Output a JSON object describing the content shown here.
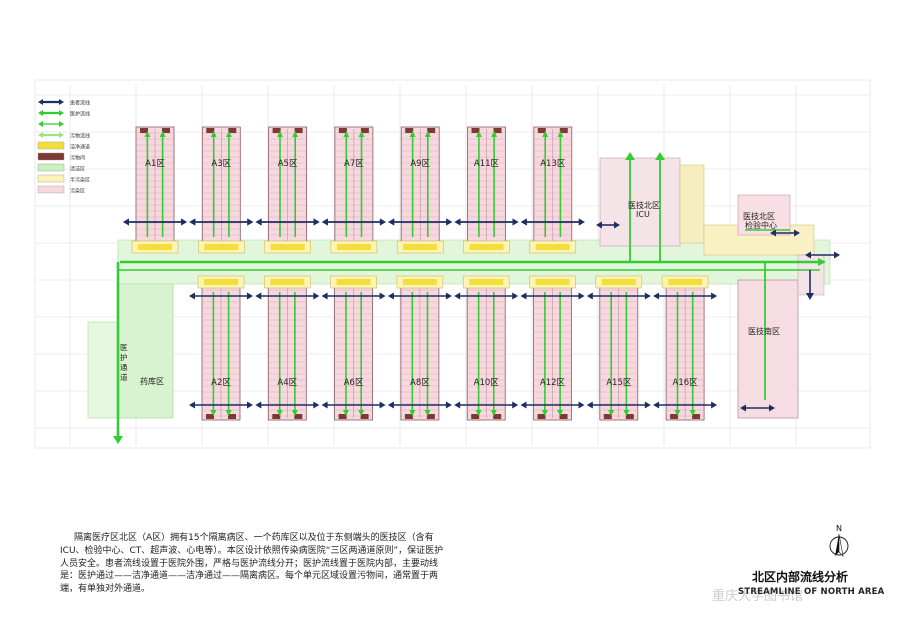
{
  "legend": [
    {
      "label": "患者流线",
      "kind": "arrow-blue"
    },
    {
      "label": "医护流线",
      "kind": "arrow-green"
    },
    {
      "label": "",
      "kind": "arrow-green-thin"
    },
    {
      "label": "污物流线",
      "kind": "arrow-green-light"
    },
    {
      "label": "洁净通道",
      "kind": "swatch",
      "color": "#f3de3b"
    },
    {
      "label": "污物间",
      "kind": "swatch",
      "color": "#7d3a32"
    },
    {
      "label": "清洁区",
      "kind": "swatch",
      "color": "#c8f0c0"
    },
    {
      "label": "半污染区",
      "kind": "swatch",
      "color": "#fbf4b6"
    },
    {
      "label": "污染区",
      "kind": "swatch",
      "color": "#f7d8df"
    }
  ],
  "wards": {
    "north": [
      "A1区",
      "A3区",
      "A5区",
      "A7区",
      "A9区",
      "A11区",
      "A13区"
    ],
    "south": [
      "A2区",
      "A4区",
      "A6区",
      "A8区",
      "A10区",
      "A12区",
      "A15区",
      "A16区"
    ]
  },
  "labels": {
    "pharmacy": "药库区",
    "medical_passage": "医护通道",
    "tech_north_icu_1": "医技北区",
    "tech_north_icu_2": "ICU",
    "tech_north_lab_1": "医技北区",
    "tech_north_lab_2": "检验中心",
    "tech_south": "医技南区"
  },
  "north_symbol": "N",
  "title": "北区内部流线分析",
  "title_en": "STREAMLINE OF NORTH AREA",
  "watermark": "重庆大学图书馆",
  "description": "隔离医疗区北区（A区）拥有15个隔离病区、一个药库区以及位于东侧端头的医技区（含有ICU、检验中心、CT、超声波、心电等）。本区设计依照传染病医院“三区两通道原则”，保证医护人员安全。患者流线设置于医院外围，严格与医护流线分开；医护流线置于医院内部，主要动线是：医护通过——洁净通道——洁净通过——隔离病区。每个单元区域设置污物间，通常置于两端，有单独对外通道。",
  "colors": {
    "contaminated": "#f7d8df",
    "semi": "#fbf4b6",
    "clean": "#c8f0c0",
    "clean_corridor": "#f3de3b",
    "dirty_room": "#7d3a32",
    "patient_flow": "#1f2d63",
    "medical_flow": "#33cc33"
  }
}
